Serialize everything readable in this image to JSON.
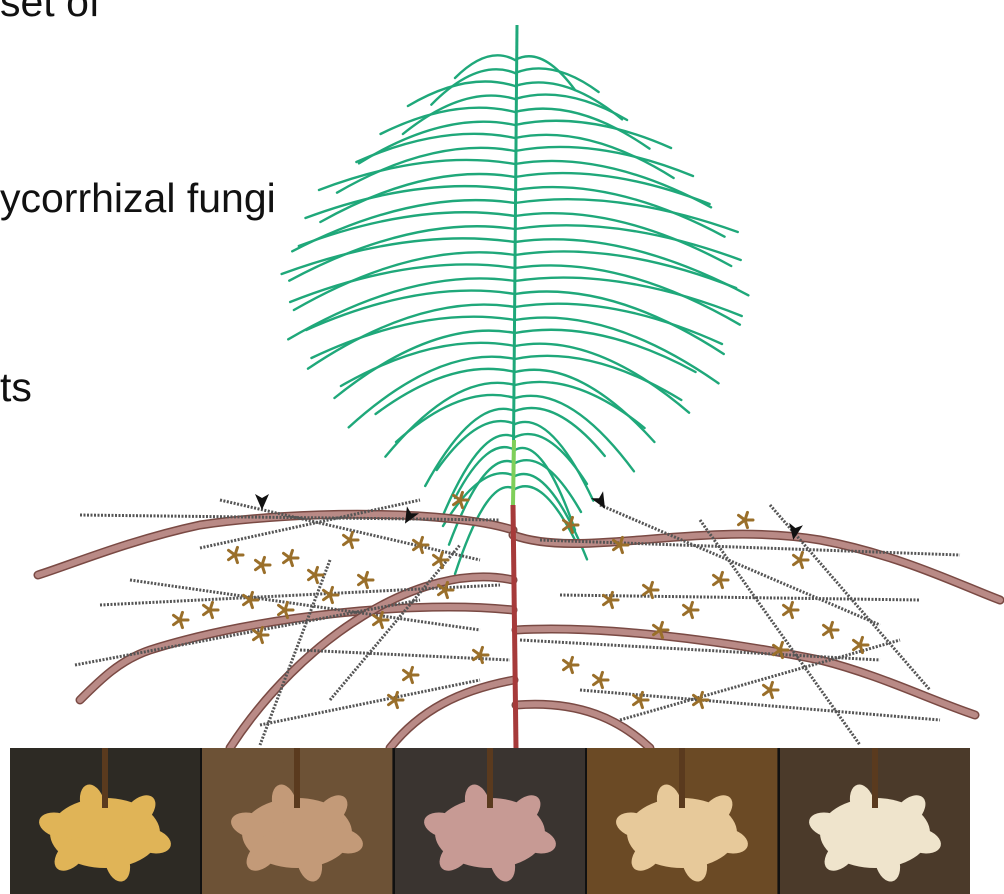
{
  "slide": {
    "text_lines": [
      "set of",
      "ycorrhizal fungi",
      "ts"
    ]
  },
  "illustration": {
    "foliage_color": "#1fa87a",
    "foliage_light_color": "#7fcf5a",
    "taproot_color": "#a63a3a",
    "root_color": "#b98a86",
    "hyphae_color": "#555555",
    "mycorrhiza_color": "#9a6f2a"
  },
  "photo_strip": {
    "photos": [
      {
        "subject": "mycorrhizal-root-tip-1",
        "main": "#e0b457",
        "bg": "#2d2a24"
      },
      {
        "subject": "mycorrhizal-root-tip-2",
        "main": "#c39a78",
        "bg": "#6d5236"
      },
      {
        "subject": "mycorrhizal-root-tip-3",
        "main": "#c79a94",
        "bg": "#3a3430"
      },
      {
        "subject": "mycorrhizal-root-tip-4",
        "main": "#e7c99a",
        "bg": "#6b4a25"
      },
      {
        "subject": "mycorrhizal-root-tip-5",
        "main": "#efe4cc",
        "bg": "#4b3a2a"
      }
    ]
  }
}
